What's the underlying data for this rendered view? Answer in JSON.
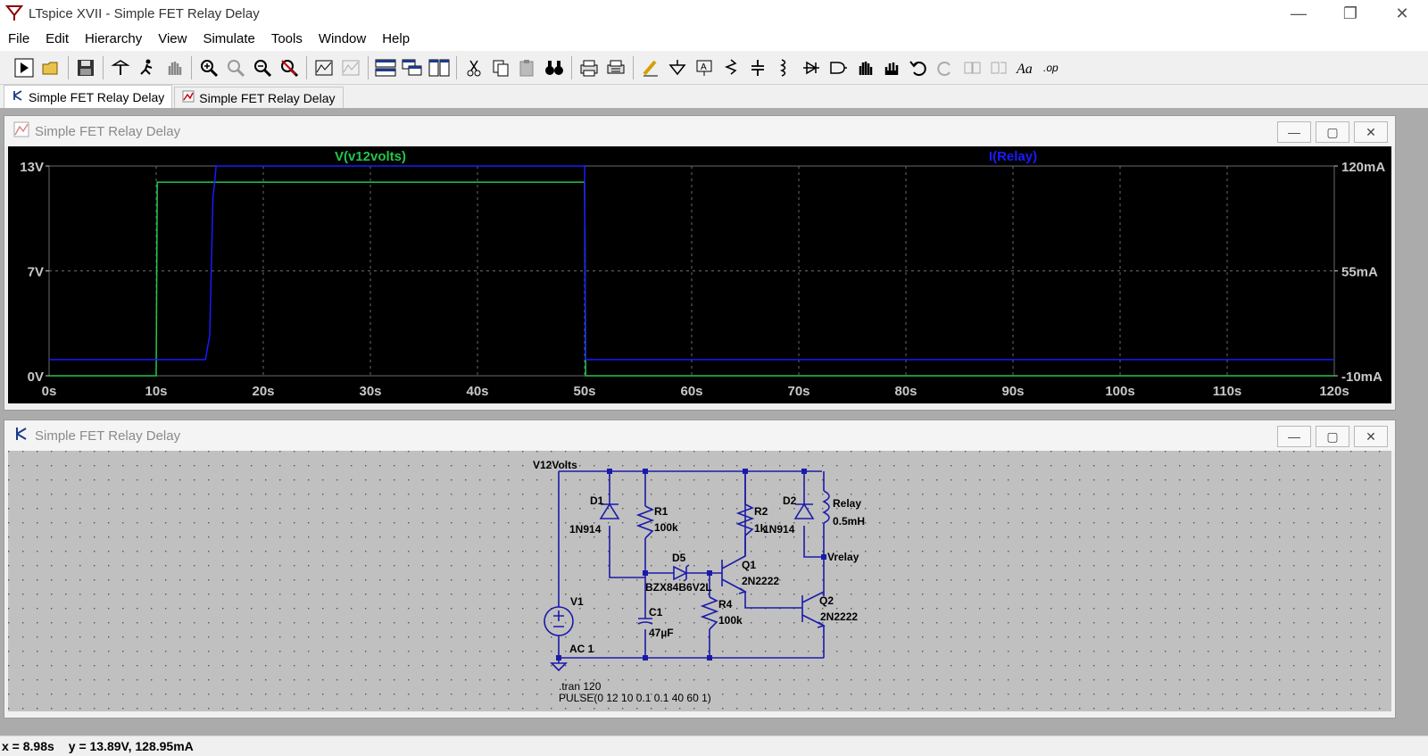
{
  "window": {
    "title": "LTspice XVII - Simple FET Relay Delay",
    "controls": {
      "minimize": "—",
      "restore": "❐",
      "close": "✕"
    }
  },
  "menu": [
    "File",
    "Edit",
    "Hierarchy",
    "View",
    "Simulate",
    "Tools",
    "Window",
    "Help"
  ],
  "toolbar": {
    "icons": [
      "run-icon",
      "open-icon",
      "save-icon",
      "control-panel-icon",
      "halt-icon",
      "pan-icon",
      "zoom-in-icon",
      "zoom-full-icon",
      "zoom-out-icon",
      "zoom-cancel-icon",
      "autorange-icon",
      "plot-settings-icon",
      "tile-horizontal-icon",
      "cascade-icon",
      "tile-vertical-icon",
      "cut-icon",
      "copy-icon",
      "paste-icon",
      "find-icon",
      "print-icon",
      "print-setup-icon",
      "wire-icon",
      "ground-icon",
      "label-icon",
      "resistor-icon",
      "capacitor-icon",
      "inductor-icon",
      "diode-icon",
      "component-icon",
      "move-icon",
      "drag-icon",
      "undo-icon",
      "redo-icon",
      "rotate-icon",
      "mirror-icon",
      "text-icon",
      "spice-directive-icon"
    ]
  },
  "tabs": [
    {
      "label": "Simple FET Relay Delay",
      "kind": "schematic"
    },
    {
      "label": "Simple FET Relay Delay",
      "kind": "waveform"
    }
  ],
  "waveform_window": {
    "title": "Simple FET Relay Delay",
    "colors": {
      "bg": "#000000",
      "grid": "#6a6a6a",
      "v_trace": "#22c64a",
      "i_trace": "#1a1aff",
      "axis_text": "#c8c8c8"
    }
  },
  "chart_data": {
    "type": "line",
    "title": "",
    "xlabel": "",
    "ylabel": "",
    "xlim": [
      0,
      120
    ],
    "ylim_left": [
      0,
      13
    ],
    "ylim_right": [
      -10,
      120
    ],
    "x_ticks": [
      "0s",
      "10s",
      "20s",
      "30s",
      "40s",
      "50s",
      "60s",
      "70s",
      "80s",
      "90s",
      "100s",
      "110s",
      "120s"
    ],
    "y_ticks_left": [
      "13V",
      "7V",
      "0V"
    ],
    "y_ticks_right": [
      "120mA",
      "55mA",
      "-10mA"
    ],
    "grid": true,
    "series": [
      {
        "name": "V(v12volts)",
        "axis": "left",
        "unit": "V",
        "color": "#22c64a",
        "points": [
          [
            0,
            0
          ],
          [
            10,
            0
          ],
          [
            10.1,
            12
          ],
          [
            50,
            12
          ],
          [
            50.1,
            0
          ],
          [
            120,
            0
          ]
        ]
      },
      {
        "name": "I(Relay)",
        "axis": "right",
        "unit": "mA",
        "color": "#1a1aff",
        "points": [
          [
            0,
            0
          ],
          [
            14.6,
            0
          ],
          [
            15.0,
            15
          ],
          [
            15.3,
            100
          ],
          [
            15.6,
            120
          ],
          [
            50,
            120
          ],
          [
            50.1,
            0
          ],
          [
            120,
            0
          ]
        ]
      }
    ]
  },
  "schematic_window": {
    "title": "Simple FET Relay Delay",
    "labels": {
      "net_v12": "V12Volts",
      "d1": "D1",
      "d1_model": "1N914",
      "r1": "R1",
      "r1_value": "100k",
      "d5": "D5",
      "d5_model": "BZX84B6V2L",
      "q1": "Q1",
      "q1_model": "2N2222",
      "r2": "R2",
      "r2_value": "1k",
      "d2": "D2",
      "d2_model": "1N914",
      "relay": "Relay",
      "relay_value": "0.5mH",
      "net_vrelay": "Vrelay",
      "q2": "Q2",
      "q2_model": "2N2222",
      "r4": "R4",
      "r4_value": "100k",
      "c1": "C1",
      "c1_value": "47µF",
      "v1": "V1",
      "v1_ac": "AC 1",
      "directive_tran": ".tran 120",
      "directive_pulse": "PULSE(0 12 10 0.1 0.1 40 60 1)"
    }
  },
  "status": {
    "x": "x = 8.98s",
    "y": "y = 13.89V, 128.95mA"
  }
}
